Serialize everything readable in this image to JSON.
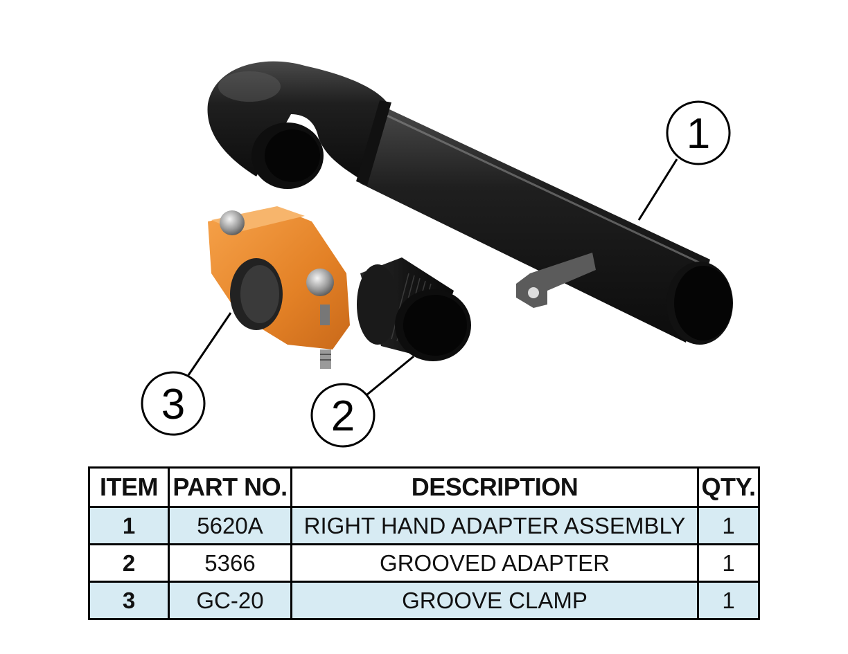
{
  "callouts": [
    "1",
    "2",
    "3"
  ],
  "table": {
    "headers": [
      "ITEM",
      "PART NO.",
      "DESCRIPTION",
      "QTY."
    ],
    "rows": [
      {
        "item": "1",
        "part_no": "5620A",
        "description": "RIGHT HAND ADAPTER ASSEMBLY",
        "qty": "1"
      },
      {
        "item": "2",
        "part_no": "5366",
        "description": "GROOVED ADAPTER",
        "qty": "1"
      },
      {
        "item": "3",
        "part_no": "GC-20",
        "description": "GROOVE CLAMP",
        "qty": "1"
      }
    ]
  },
  "colors": {
    "row_shade": "#d7ebf3",
    "clamp_orange": "#e98a2e",
    "pipe_black": "#1a1a1a"
  }
}
